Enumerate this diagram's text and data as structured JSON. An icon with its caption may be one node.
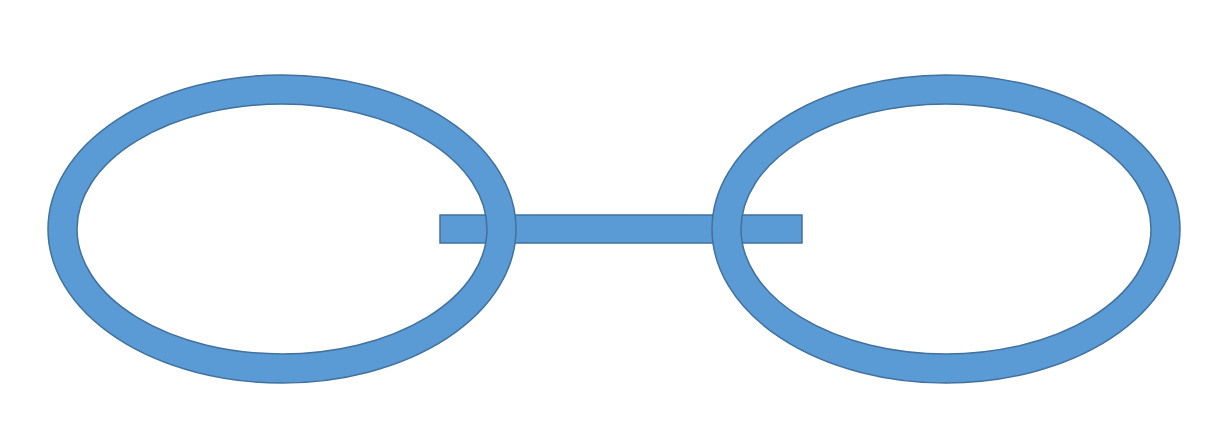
{
  "diagram": {
    "nodes": [
      {
        "text": [],
        "shape": "ring"
      },
      {
        "text": [],
        "shape": "bar"
      },
      {
        "text": [],
        "shape": "ring"
      }
    ]
  }
}
